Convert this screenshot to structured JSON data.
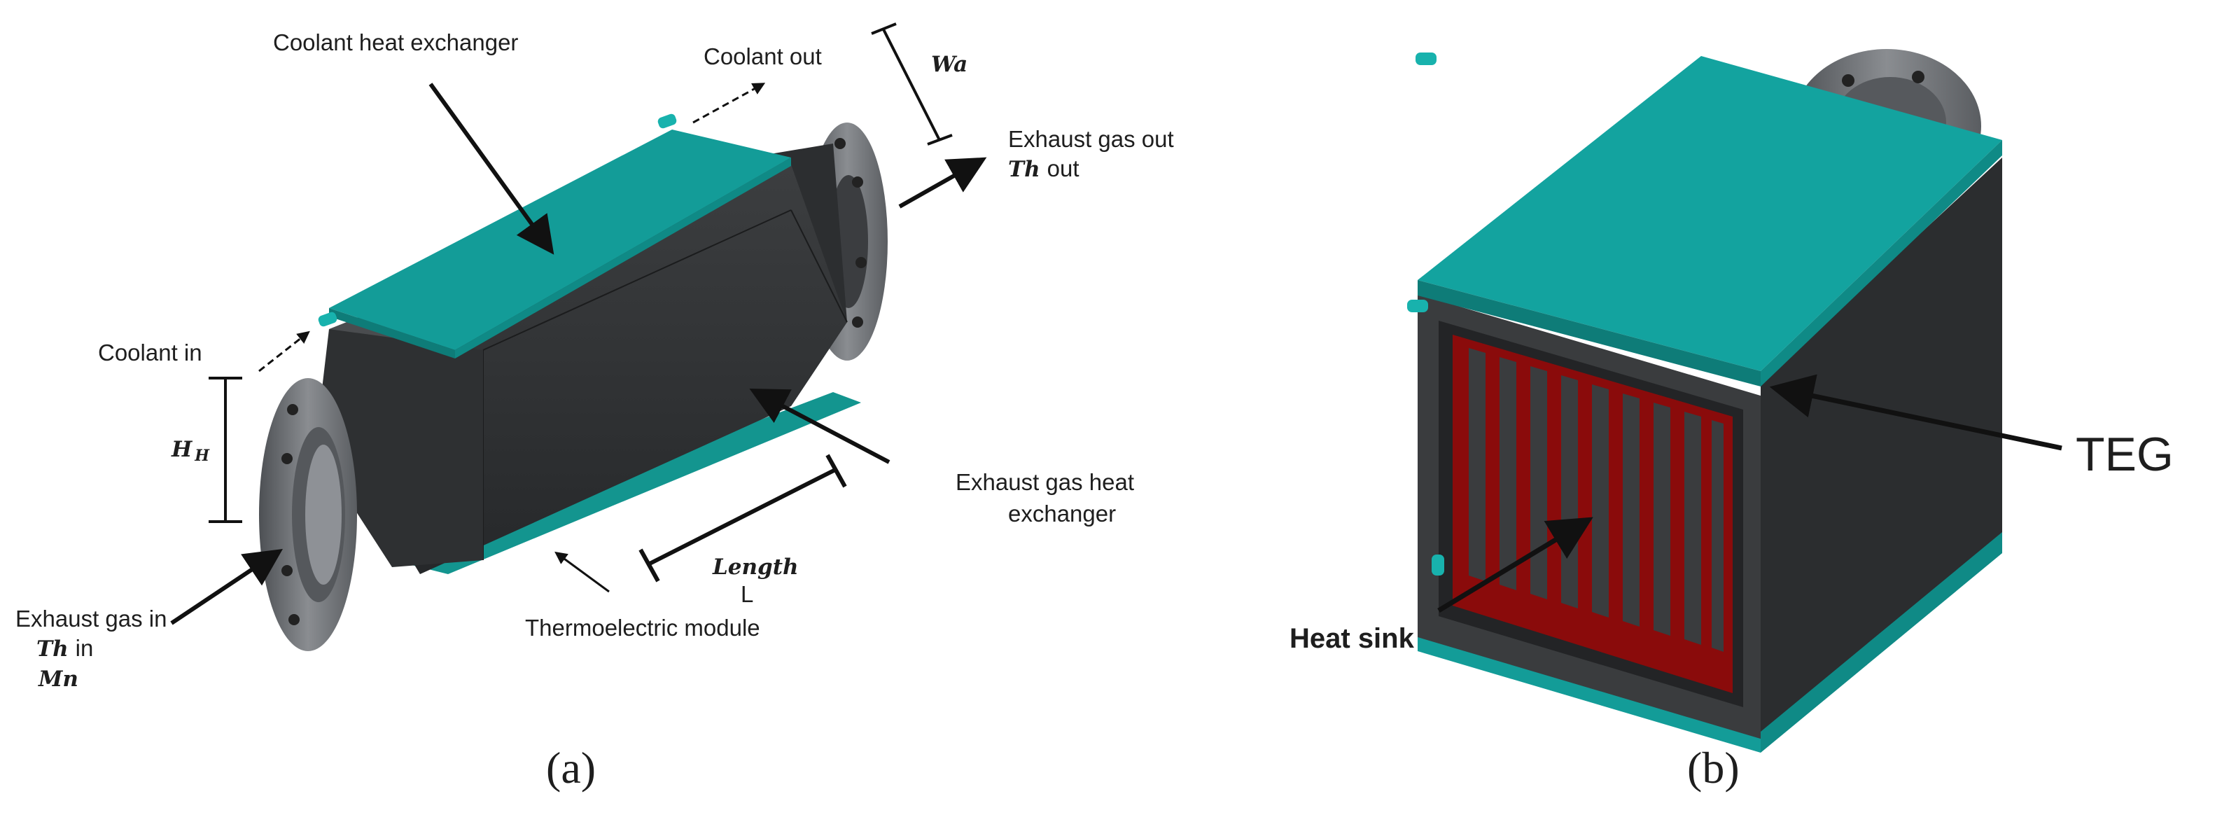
{
  "panel_a": {
    "caption": "(a)",
    "labels": {
      "coolant_heat_exchanger": "Coolant heat exchanger",
      "coolant_out": "Coolant out",
      "wa": "Wa",
      "exhaust_gas_out": "Exhaust gas out",
      "th_out_symbol": "Th",
      "th_out_word": "out",
      "coolant_in": "Coolant in",
      "hh_main": "H",
      "hh_sub": "H",
      "exhaust_gas_heat_exchanger_1": "Exhaust gas heat",
      "exhaust_gas_heat_exchanger_2": "exchanger",
      "length": "Length",
      "length_l": "L",
      "thermoelectric_module": "Thermoelectric module",
      "exhaust_gas_in": "Exhaust gas in",
      "th_in_symbol": "Th",
      "th_in_word": "in",
      "mn": "Mn"
    }
  },
  "panel_b": {
    "caption": "(b)",
    "labels": {
      "teg": "TEG",
      "heat_sink": "Heat sink"
    }
  },
  "colors": {
    "teal_plate": "#139c98",
    "teal_top": "#13a39f",
    "body_dark": "#2f3132",
    "body_mid": "#3b3d3f",
    "flange": "#6f7276",
    "heat_sink_red": "#8a0b0b"
  }
}
